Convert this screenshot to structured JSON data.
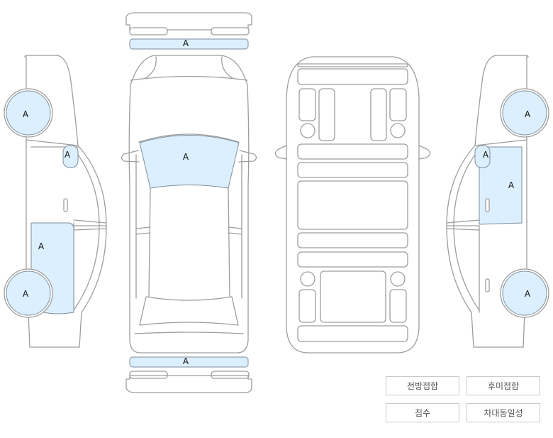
{
  "colors": {
    "outline": "#9d9d9d",
    "marked_fill": "#dcefff",
    "marked_stroke": "#7d8e9c"
  },
  "marks": {
    "front_bumper": "A",
    "hood": "A",
    "rear_bumper": "A",
    "left_front_wheel": "A",
    "left_mirror": "A",
    "left_rear_door": "A",
    "left_rear_wheel": "A",
    "right_front_wheel": "A",
    "right_mirror": "A",
    "right_front_door": "A",
    "right_rear_wheel": "A"
  },
  "buttons": {
    "front_joint": "전방접합",
    "rear_joint": "후미접합",
    "flood": "침수",
    "vin_match": "차대동일성"
  }
}
